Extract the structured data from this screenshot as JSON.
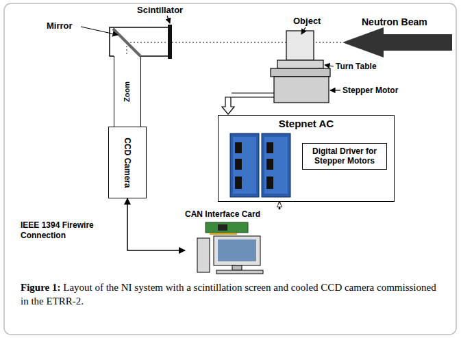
{
  "diagram": {
    "caption": "Figure 1: Layout of the NI system with a scintillation screen and cooled CCD camera commissioned in the ETRR-2.",
    "nodes": [
      {
        "text": [
          "Zoom"
        ]
      },
      {
        "text": [
          "CCD Camera"
        ]
      },
      {
        "text": [
          "Stepnet AC"
        ]
      },
      {
        "text": [
          "Digital Driver for Stepper Motors"
        ],
        "in": 2
      },
      {
        "text": [
          "CAN Interface Card"
        ]
      }
    ],
    "edges": [
      {
        "from": 1,
        "to": 4,
        "arrow": "both",
        "label": "IEEE 1394 Firewire Connection"
      },
      {
        "from": 4,
        "to": 2,
        "arrow": "to"
      }
    ],
    "labels": [
      "Mirror",
      "Scintillator",
      "Object",
      "Neutron Beam",
      "Turn Table",
      "Stepper Motor"
    ]
  }
}
